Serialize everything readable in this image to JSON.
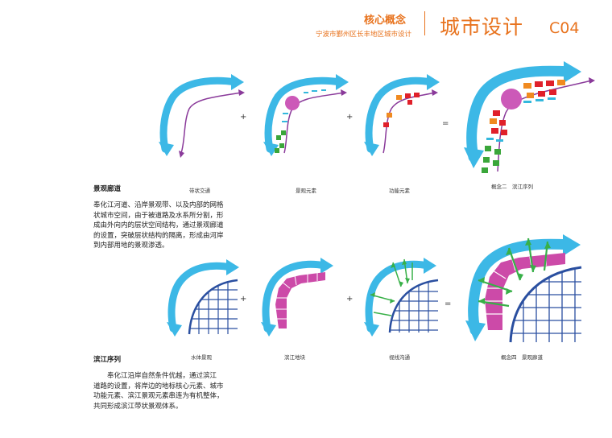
{
  "header": {
    "core_concept": "核心概念",
    "project": "宁波市鄞州区长丰地区城市设计",
    "title": "城市设计",
    "code": "C04"
  },
  "row1": {
    "captions": [
      "带状交通",
      "景观元素",
      "功能元素",
      "概念二　滨江序列"
    ],
    "section_title": "景观廊道",
    "paragraph": [
      "奉化江河道、沿岸景观带、以及内部的网格",
      "状城市空间，由于被道路及水系所分割，形",
      "成由外向内的层状空间结构，通过景观廊道",
      "的设置，突破层状结构的隔离，形成由河岸",
      "到内部用地的景观渗透。"
    ],
    "operators": [
      "+",
      "+",
      "="
    ]
  },
  "row2": {
    "captions": [
      "水体景观",
      "滨江地块",
      "视线沟通",
      "概念四　景观廊道"
    ],
    "section_title": "滨江序列",
    "paragraph": [
      "　　奉化江沿岸自然条件优越，通过滨江",
      "道路的设置，将岸边的地标核心元素、城市",
      "功能元素、滨江景观元素串连为有机整体，",
      "共同形成滨江带状景观体系。"
    ],
    "operators": [
      "+",
      "+",
      "="
    ]
  },
  "colors": {
    "accent": "#e8731e",
    "river": "#3cb8e6",
    "road": "#8a3a9a",
    "core": "#cc59b8",
    "green": "#3aa63a",
    "red": "#e0202a",
    "orange": "#f08a20",
    "cyan": "#33b8dd",
    "plot": "#cc4aa8",
    "grid": "#2a4fa0",
    "sight": "#38b048"
  }
}
